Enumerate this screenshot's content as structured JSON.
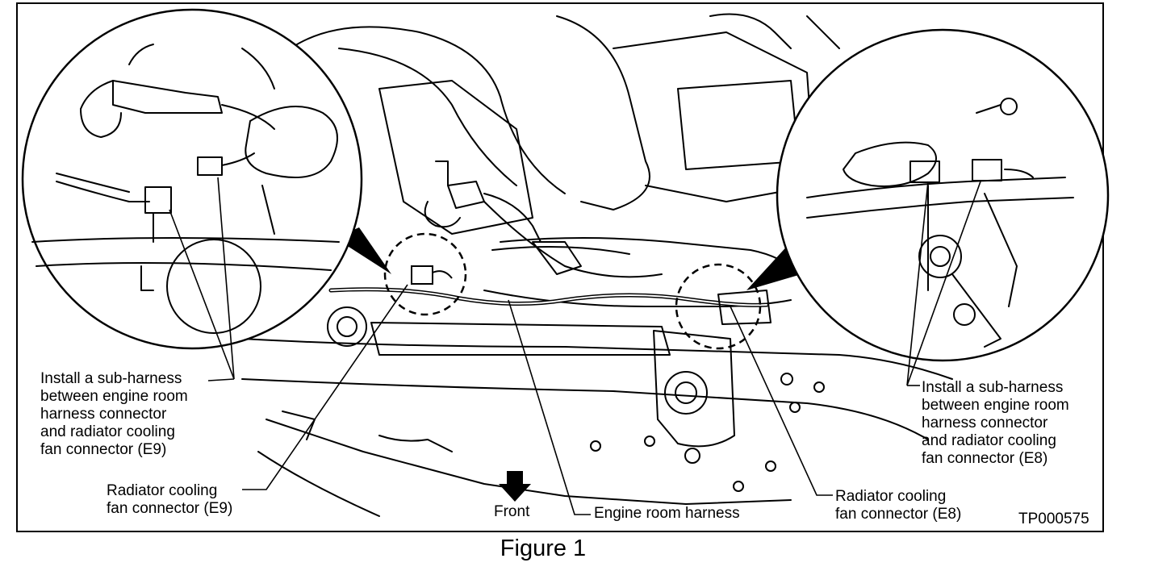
{
  "labels": {
    "left_subharness": "Install a sub-harness\nbetween engine room\nharness connector\nand radiator cooling\nfan connector (E9)",
    "right_subharness": "Install a sub-harness\nbetween engine room\nharness connector\nand radiator cooling\nfan connector (E8)",
    "radiator_e9": "Radiator cooling\nfan connector (E9)",
    "radiator_e8": "Radiator cooling\nfan connector (E8)",
    "front": "Front",
    "engine_room_harness": "Engine room harness",
    "figure_code": "TP000575"
  },
  "caption": "Figure 1"
}
